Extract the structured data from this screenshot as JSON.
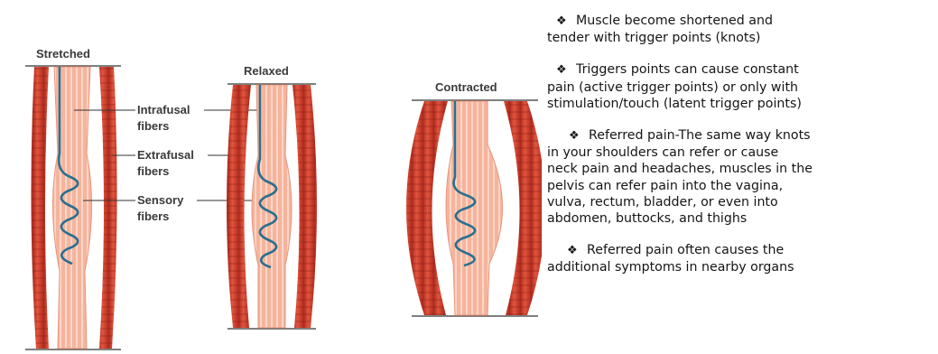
{
  "diagram": {
    "labels": {
      "stretched": "Stretched",
      "relaxed": "Relaxed",
      "contracted": "Contracted",
      "intrafusal_1": "Intrafusal",
      "intrafusal_2": "fibers",
      "extrafusal_1": "Extrafusal",
      "extrafusal_2": "fibers",
      "sensory_1": "Sensory",
      "sensory_2": "fibers"
    },
    "colors": {
      "extrafusal_dark": "#c0392b",
      "extrafusal_light": "#e25a43",
      "intrafusal_fill": "#f7b9a3",
      "intrafusal_stripe": "#f9d3c4",
      "nerve": "#2a6f8f"
    }
  },
  "bullets": {
    "symbol": "❖",
    "b1_l1": "Muscle become shortened and",
    "b1_l2": "tender with trigger points (knots)",
    "b2_l1": "Triggers points can cause constant",
    "b2_l2": "pain (active trigger points) or only with",
    "b2_l3": "stimulation/touch (latent trigger points)",
    "b3_l1": "Referred pain-The same way knots",
    "b3_l2": "in your shoulders can refer or cause",
    "b3_l3": "neck pain and headaches, muscles in the",
    "b3_l4": "pelvis can refer pain into the vagina,",
    "b3_l5": "vulva, rectum, bladder, or even into",
    "b3_l6": "abdomen, buttocks, and thighs",
    "b4_l1": "Referred pain often causes the",
    "b4_l2": "additional symptoms in nearby organs"
  }
}
